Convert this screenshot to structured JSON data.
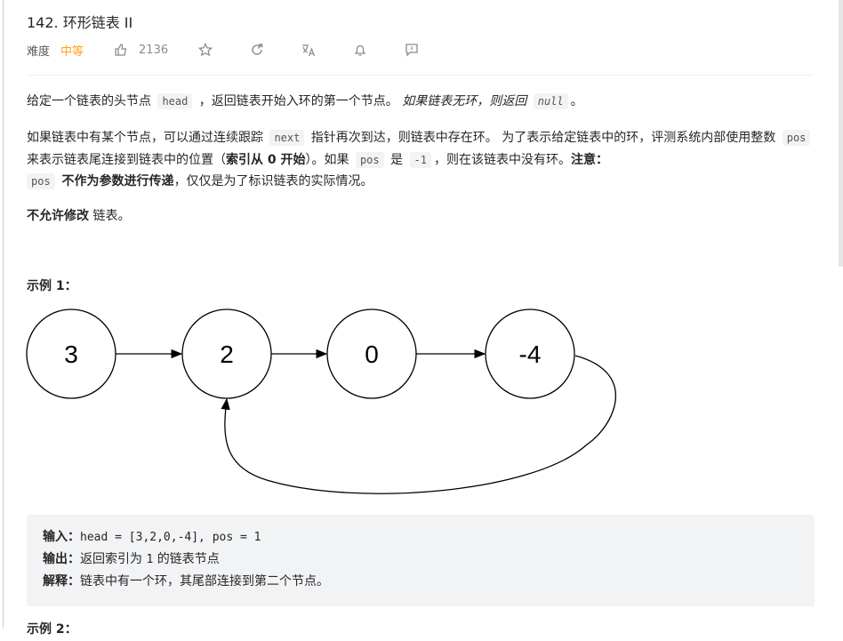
{
  "title": "142. 环形链表 II",
  "meta": {
    "difficulty_label": "难度",
    "difficulty": "中等",
    "likes": "2136",
    "colors": {
      "difficulty": "#ffa116"
    }
  },
  "p1": {
    "a": "给定一个链表的头节点 ",
    "code1": "head",
    "b": " ，返回链表开始入环的第一个节点。 ",
    "i": "如果链表无环，则返回 ",
    "code2": "null",
    "c": "。"
  },
  "p2": {
    "a": "如果链表中有某个节点，可以通过连续跟踪 ",
    "code1": "next",
    "b": " 指针再次到达，则链表中存在环。 为了表示给定链表中的环，评测系统内部使用整数 ",
    "code2": "pos",
    "c": " 来表示链表尾连接到链表中的位置（",
    "b1": "索引从 0 开始",
    "d": "）。如果 ",
    "code3": "pos",
    "e": " 是 ",
    "code4": "-1",
    "f": "，则在该链表中没有环。",
    "b2": "注意：",
    "code5": "pos",
    "b3": " 不作为参数进行传递",
    "g": "，仅仅是为了标识链表的实际情况。"
  },
  "p3": {
    "b": "不允许修改",
    "a": " 链表。"
  },
  "example1": {
    "heading": "示例 1：",
    "nodes": [
      "3",
      "2",
      "0",
      "-4"
    ],
    "input_label": "输入：",
    "input": "head = [3,2,0,-4], pos = 1",
    "output_label": "输出：",
    "output_a": "返回索引为 ",
    "output_code": "1",
    "output_b": " 的链表节点",
    "explain_label": "解释：",
    "explain": "链表中有一个环，其尾部连接到第二个节点。"
  },
  "example2": {
    "heading": "示例 2："
  }
}
